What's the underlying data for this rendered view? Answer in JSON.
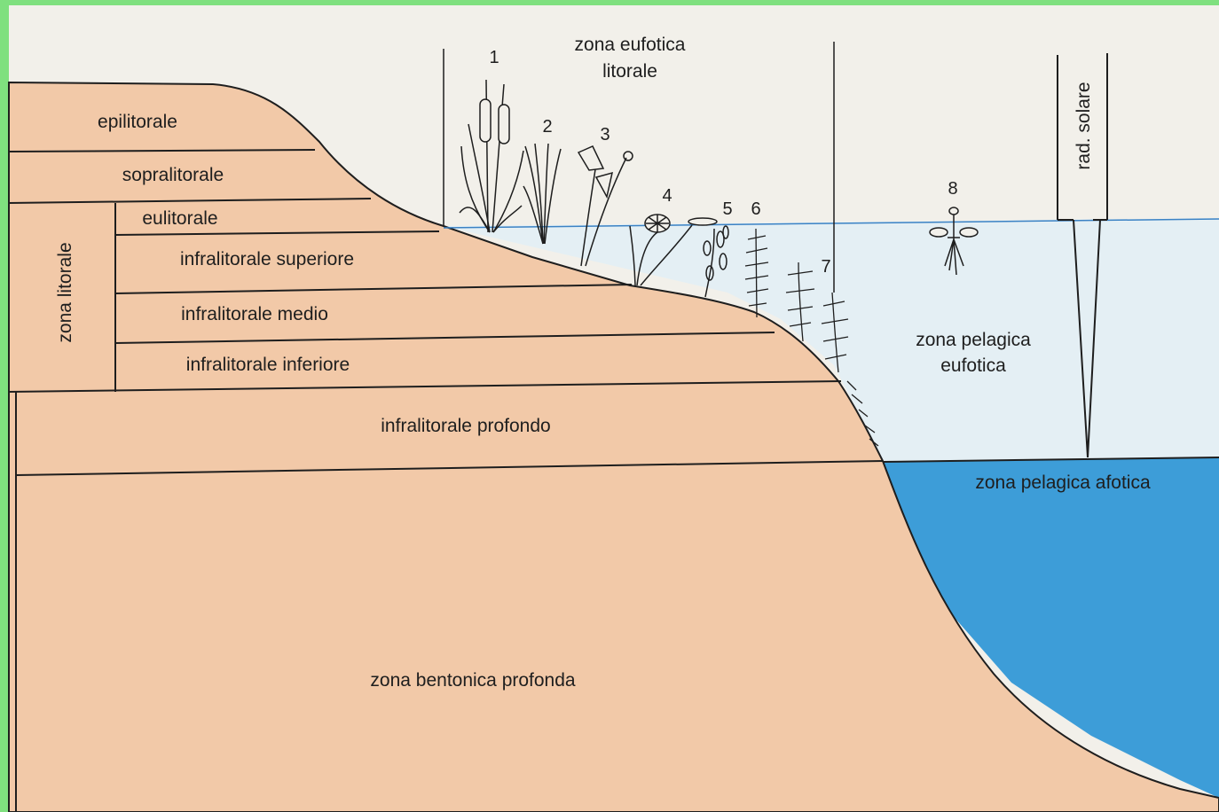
{
  "colors": {
    "frame": "#7fe07f",
    "paper": "#f2f0ea",
    "sediment": "#f2c9a8",
    "water_euphotic": "#e4eff4",
    "water_aphotic": "#3d9dd8",
    "surface_line": "#3b82c4",
    "ink": "#1e1e1e"
  },
  "zones": {
    "epilitorale": "epilitorale",
    "sopralitorale": "sopralitorale",
    "eulitorale": "eulitorale",
    "infralitorale_superiore": "infralitorale superiore",
    "infralitorale_medio": "infralitorale medio",
    "infralitorale_inferiore": "infralitorale inferiore",
    "infralitorale_profondo": "infralitorale profondo",
    "zona_bentonica_profonda": "zona bentonica profonda",
    "zona_litorale": "zona litorale"
  },
  "water": {
    "eufotica_litorale_line1": "zona eufotica",
    "eufotica_litorale_line2": "litorale",
    "pelagica_eufotica_line1": "zona pelagica",
    "pelagica_eufotica_line2": "eufotica",
    "pelagica_afotica": "zona pelagica afotica",
    "rad_solare": "rad. solare"
  },
  "plants": [
    "1",
    "2",
    "3",
    "4",
    "5",
    "6",
    "7",
    "8"
  ]
}
